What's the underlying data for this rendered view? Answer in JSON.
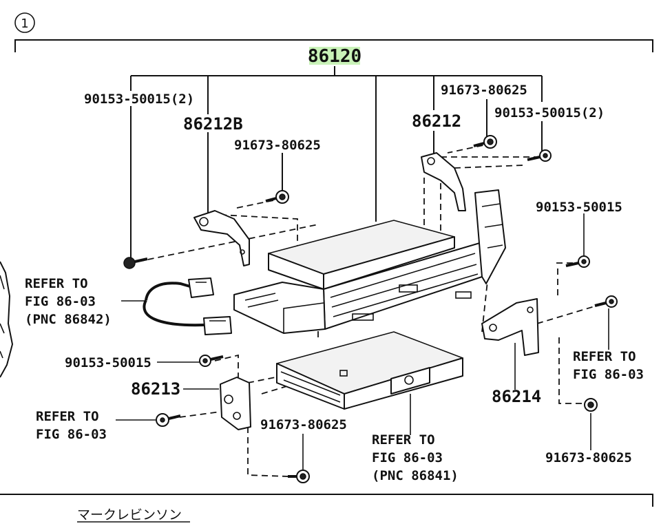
{
  "diagram": {
    "circle_number": "1",
    "main_part": {
      "number": "86120",
      "highlight_color": "#c9f2b8"
    },
    "labels": {
      "screw_upper_left": "90153-50015(2)",
      "bracket_left_upper": "86212B",
      "bolt_left_upper": "91673-80625",
      "bolt_right_upper": "91673-80625",
      "bracket_right_upper": "86212",
      "screw_right_upper": "90153-50015(2)",
      "screw_right_mid": "90153-50015",
      "refer_harness_line1": "REFER TO",
      "refer_harness_line2": "FIG 86-03",
      "refer_harness_line3": "(PNC 86842)",
      "screw_left_lower": "90153-50015",
      "bracket_left_lower": "86213",
      "refer_left_lower_line1": "REFER TO",
      "refer_left_lower_line2": "FIG 86-03",
      "bolt_center_lower": "91673-80625",
      "refer_center_line1": "REFER TO",
      "refer_center_line2": "FIG 86-03",
      "refer_center_line3": "(PNC 86841)",
      "bracket_right_lower": "86214",
      "refer_right_line1": "REFER TO",
      "refer_right_line2": "FIG 86-03",
      "bolt_right_lower": "91673-80625"
    },
    "footer_text": "マークレビンソン"
  }
}
